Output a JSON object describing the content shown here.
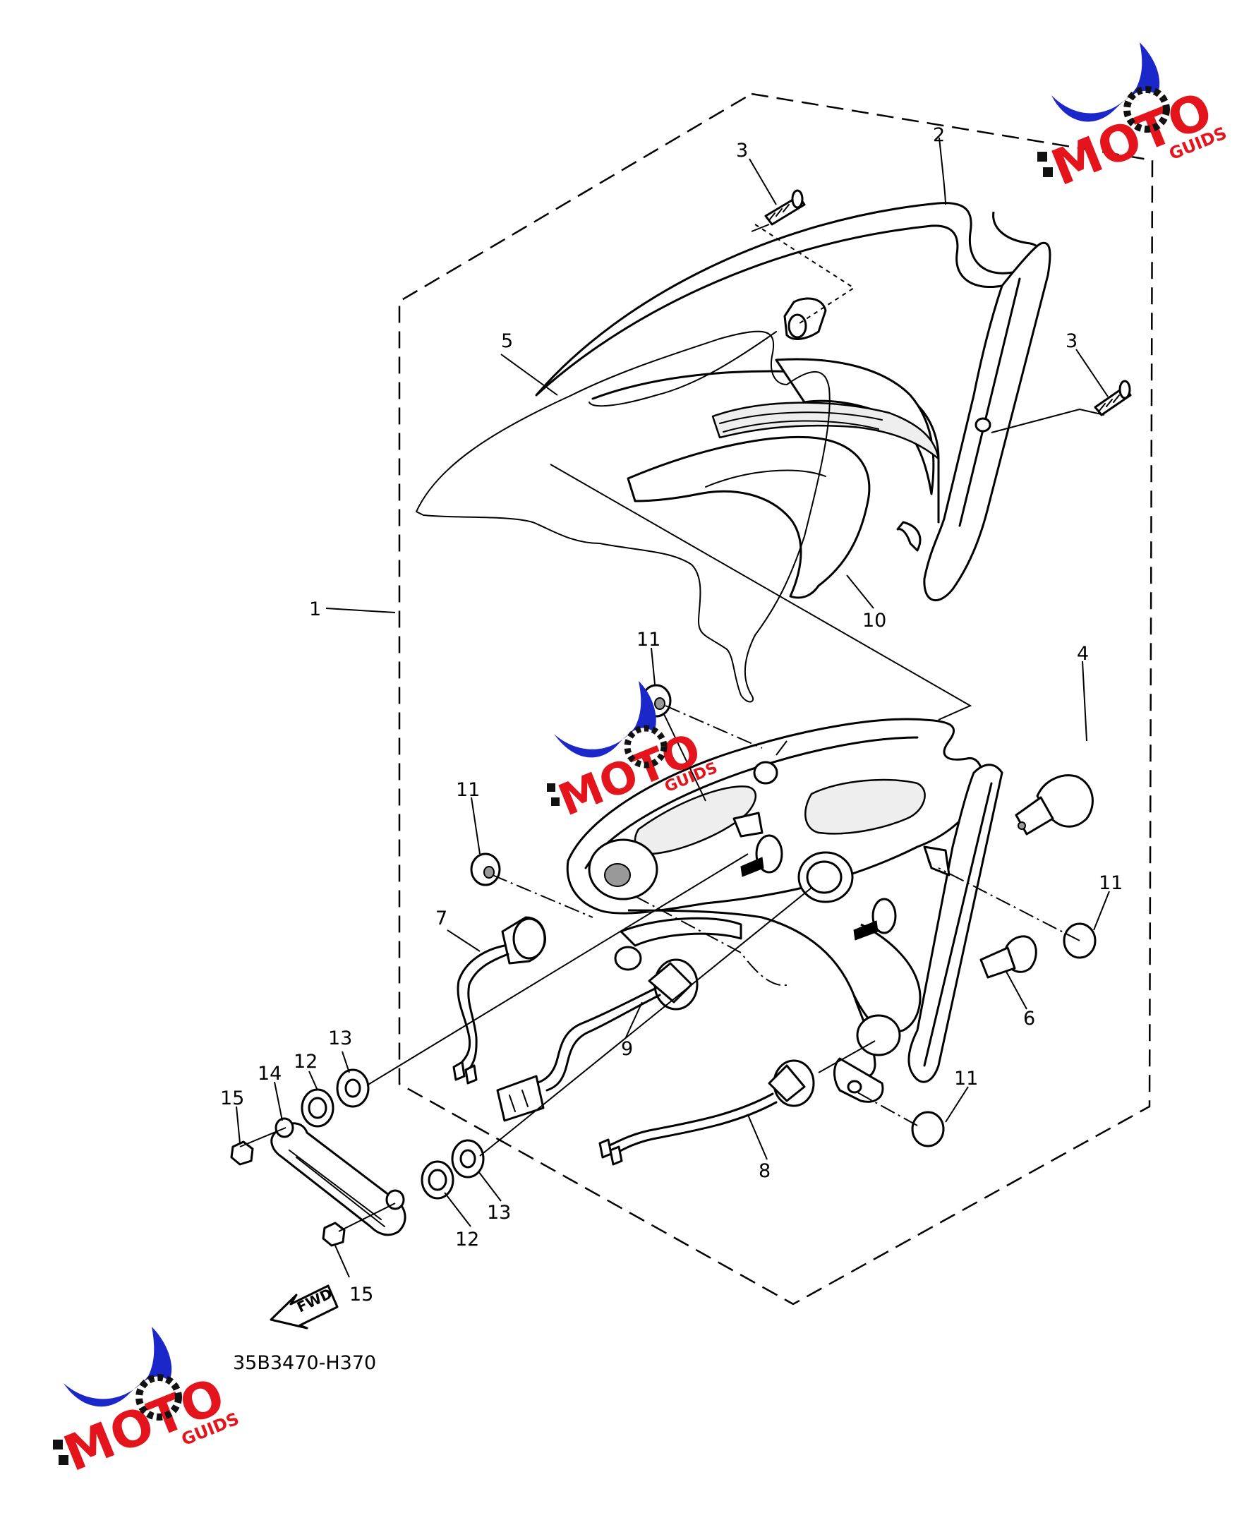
{
  "diagram_code": "35B3470-H370",
  "fwd_text": "FWD",
  "watermark": {
    "text_moto": "MOTO",
    "text_guids": "GUIDS",
    "red": "#e3141b",
    "blue": "#1b27c9",
    "black": "#111111"
  },
  "labels": {
    "p1": "1",
    "p2": "2",
    "p3a": "3",
    "p3b": "3",
    "p4": "4",
    "p5": "5",
    "p6": "6",
    "p7": "7",
    "p8": "8",
    "p9": "9",
    "p10": "10",
    "p11a": "11",
    "p11b": "11",
    "p11c": "11",
    "p11d": "11",
    "p12a": "12",
    "p12b": "12",
    "p13a": "13",
    "p13b": "13",
    "p14": "14",
    "p15a": "15",
    "p15b": "15"
  }
}
